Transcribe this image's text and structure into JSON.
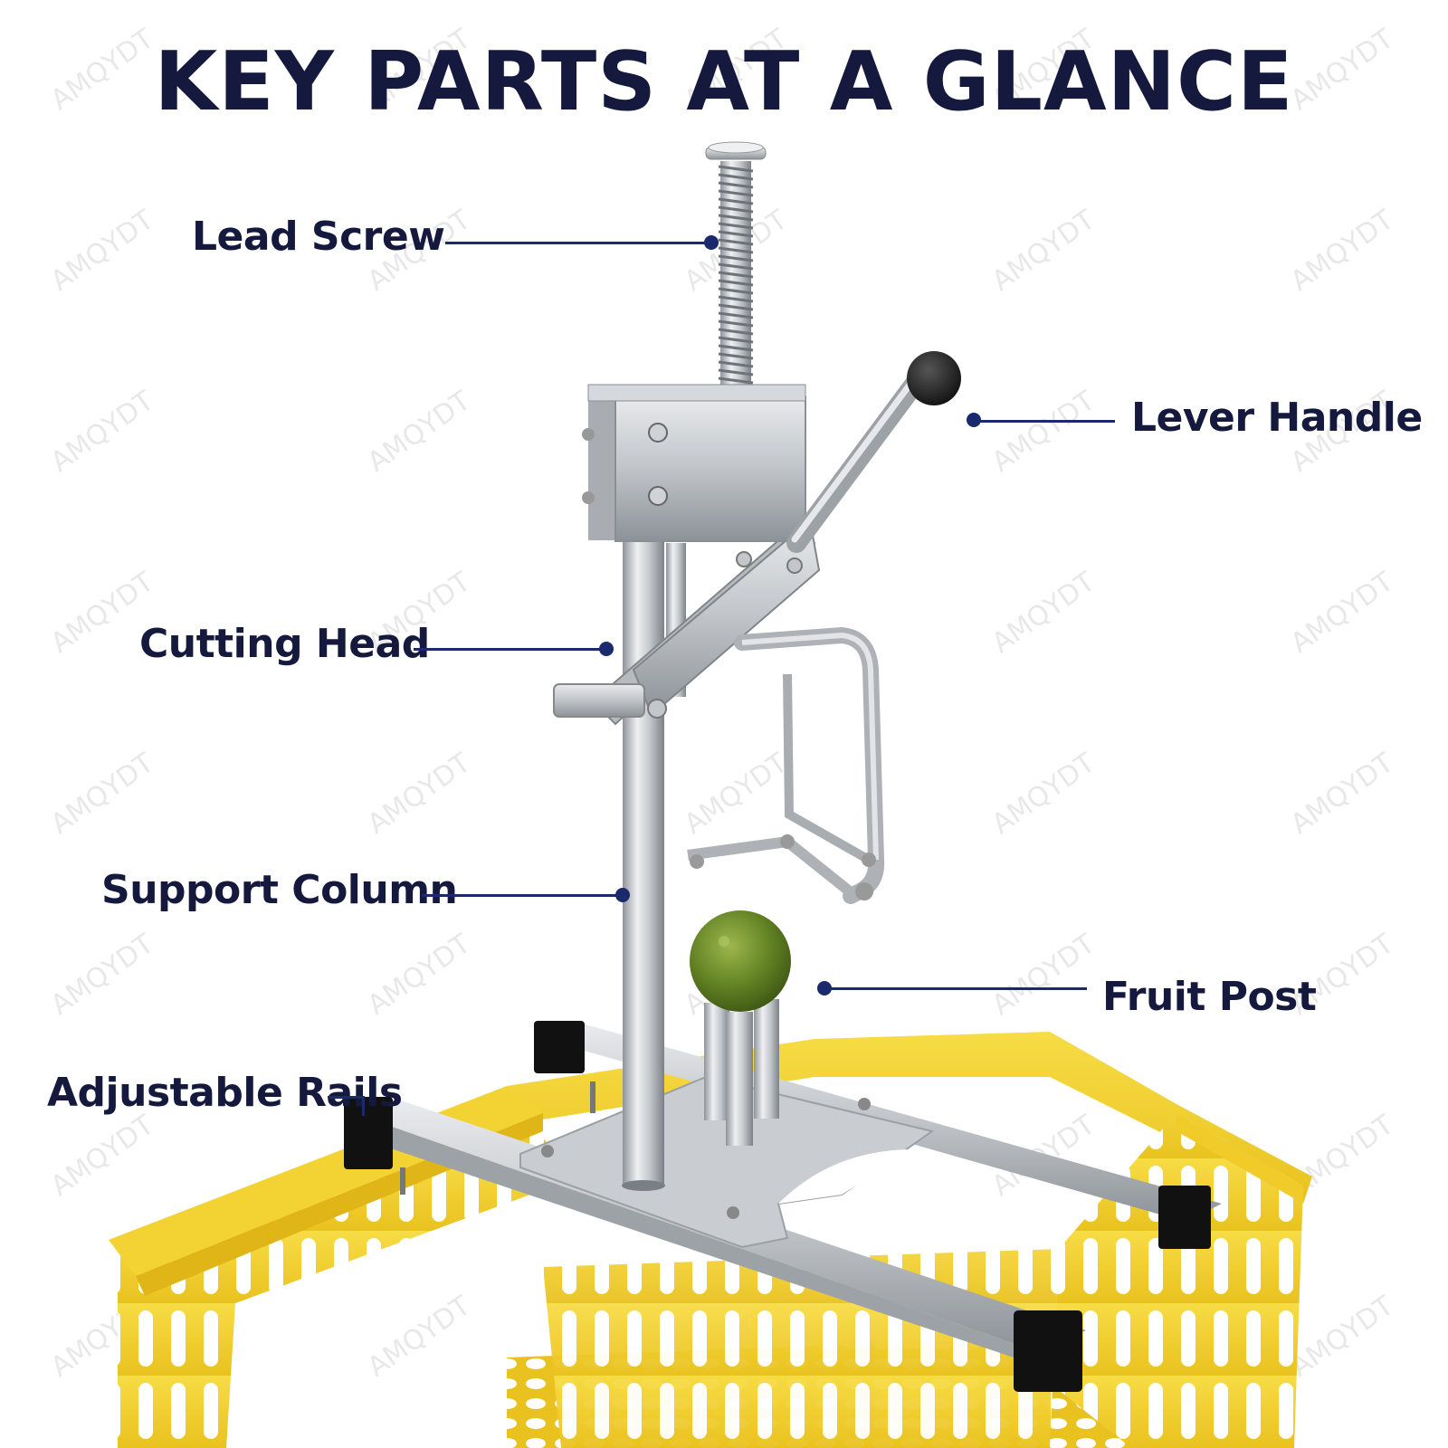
{
  "title": "KEY PARTS AT A GLANCE",
  "watermark": "AMQYDT",
  "callouts": {
    "lead_screw": "Lead Screw",
    "lever_handle": "Lever Handle",
    "cutting_head": "Cutting Head",
    "support_column": "Support Column",
    "fruit_post": "Fruit Post",
    "adjustable_rails": "Adjustable Rails"
  },
  "colors": {
    "text": "#14193d",
    "leader": "#1a2a6c",
    "crate": "#f3d234",
    "steel": "#c9ccd0",
    "fruit": "#6f8f2c"
  }
}
